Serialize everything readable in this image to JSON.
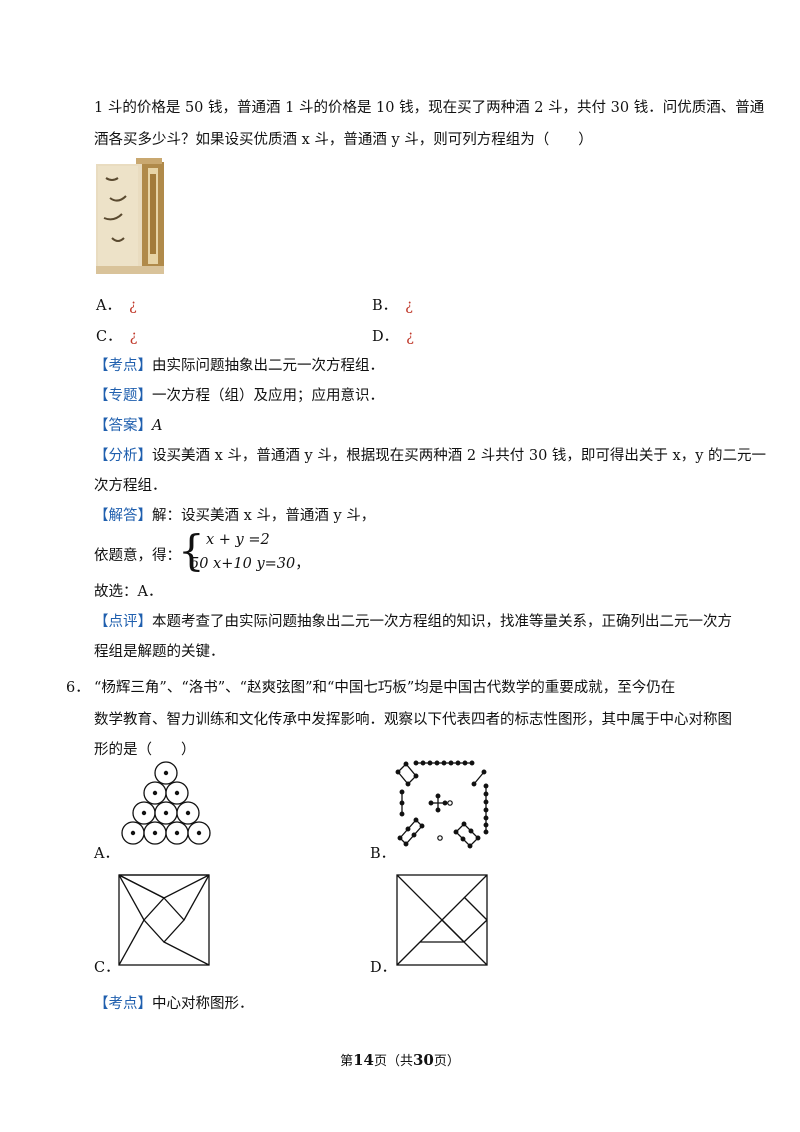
{
  "problem5": {
    "text_line1": "1 斗的价格是 50 钱，普通酒 1 斗的价格是 10 钱，现在买了两种酒 2 斗，共付 30 钱．问优质酒、普通",
    "text_line2": "酒各买多少斗？如果设买优质酒 x 斗，普通酒 y 斗，则可列方程组为（　　）",
    "options": [
      {
        "letter": "A．",
        "value": "¿"
      },
      {
        "letter": "B．",
        "value": "¿"
      },
      {
        "letter": "C．",
        "value": "¿"
      },
      {
        "letter": "D．",
        "value": "¿"
      }
    ],
    "kaodian_tag": "【考点】",
    "kaodian_text": "由实际问题抽象出二元一次方程组．",
    "zhuanti_tag": "【专题】",
    "zhuanti_text": "一次方程（组）及应用；应用意识．",
    "daan_tag": "【答案】",
    "daan_text": "A",
    "fenxi_tag": "【分析】",
    "fenxi_line1": "设买美酒 x 斗，普通酒 y 斗，根据现在买两种酒 2 斗共付 30 钱，即可得出关于 x，y 的二元一",
    "fenxi_line2": "次方程组．",
    "jieda_tag": "【解答】",
    "jieda_text": "解：设买美酒 x 斗，普通酒 y 斗，",
    "tiyi_label": "依题意，得：",
    "eq1": "x + y =2",
    "eq2": "50 x+10 y=30",
    "eq_comma": "，",
    "guxuan": "故选：A．",
    "dianping_tag": "【点评】",
    "dianping_line1": "本题考查了由实际问题抽象出二元一次方程组的知识，找准等量关系，正确列出二元一次方",
    "dianping_line2": "程组是解题的关键．"
  },
  "problem6": {
    "number": "6．",
    "text_line1": "“杨辉三角”、“洛书”、“赵爽弦图”和“中国七巧板”均是中国古代数学的重要成就，至今仍在",
    "text_line2": "数学教育、智力训练和文化传承中发挥影响．观察以下代表四者的标志性图形，其中属于中心对称图",
    "text_line3": "形的是（　　）",
    "labels": [
      "A．",
      "B．",
      "C．",
      "D．"
    ],
    "kaodian_tag": "【考点】",
    "kaodian_text": "中心对称图形．"
  },
  "footer": {
    "pre": "第",
    "page": "14",
    "mid": "页（共",
    "total": "30",
    "post": "页）"
  }
}
